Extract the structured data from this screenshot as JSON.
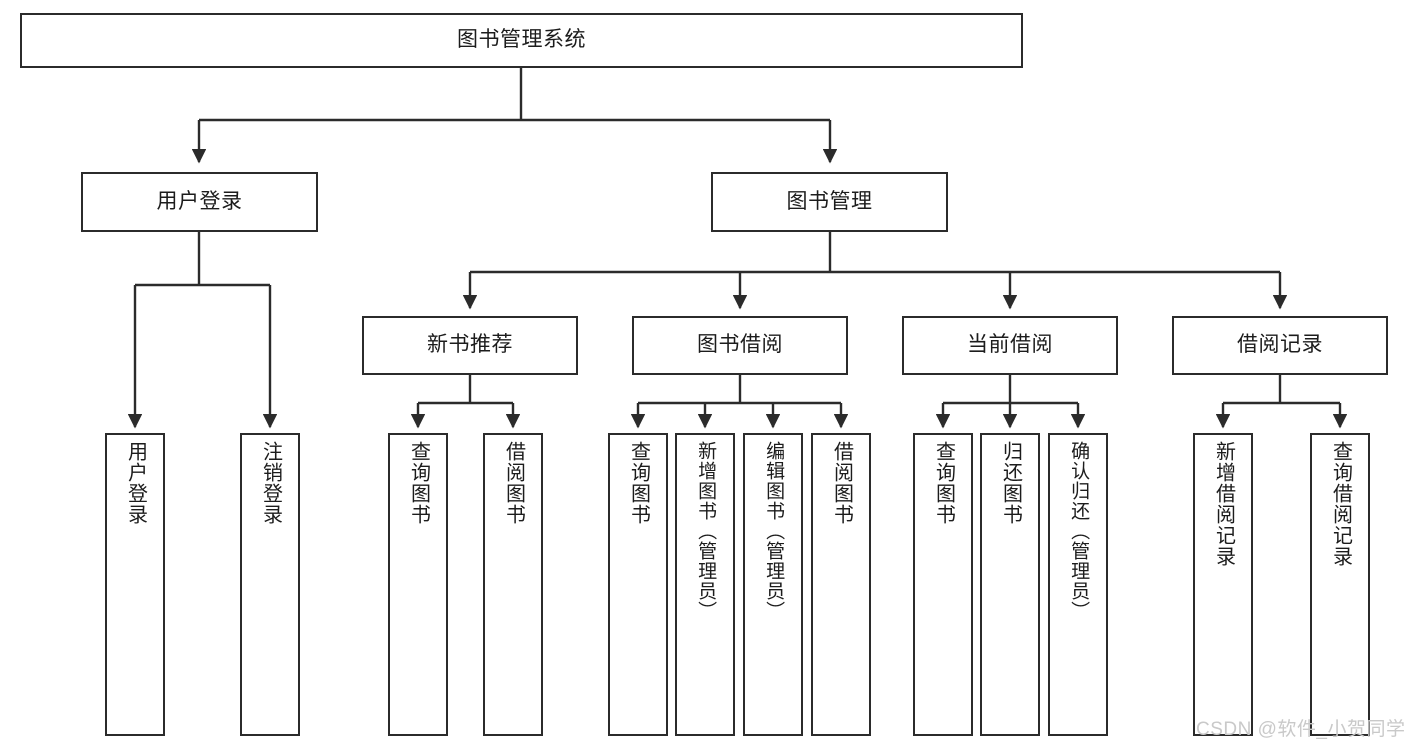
{
  "diagram": {
    "type": "tree-hierarchy-chart",
    "title": "图书管理系统",
    "watermark": "CSDN @软件_小贺同学",
    "colors": {
      "box_border": "#2b2b2b",
      "box_fill": "#ffffff",
      "connector": "#2b2b2b",
      "text": "#1c1c1c",
      "watermark": "#c9c9c9",
      "background": "#ffffff"
    },
    "nodes": {
      "root": {
        "label": "图书管理系统"
      },
      "level1": [
        {
          "id": "user-login",
          "label": "用户登录"
        },
        {
          "id": "book-management",
          "label": "图书管理"
        }
      ],
      "level2": [
        {
          "id": "new-book-recommend",
          "label": "新书推荐"
        },
        {
          "id": "book-borrow",
          "label": "图书借阅"
        },
        {
          "id": "current-borrow",
          "label": "当前借阅"
        },
        {
          "id": "borrow-record",
          "label": "借阅记录"
        }
      ],
      "leaves": {
        "user_login": [
          {
            "id": "leaf-user-login",
            "label": "用户登录"
          },
          {
            "id": "leaf-logout-login",
            "label": "注销登录"
          }
        ],
        "new_book_recommend": [
          {
            "id": "leaf-query-book-1",
            "label": "查询图书"
          },
          {
            "id": "leaf-borrow-book-1",
            "label": "借阅图书"
          }
        ],
        "book_borrow": [
          {
            "id": "leaf-query-book-2",
            "label": "查询图书"
          },
          {
            "id": "leaf-add-book-admin",
            "label": "新增图书（管理员）"
          },
          {
            "id": "leaf-edit-book-admin",
            "label": "编辑图书（管理员）"
          },
          {
            "id": "leaf-borrow-book-2",
            "label": "借阅图书"
          }
        ],
        "current_borrow": [
          {
            "id": "leaf-query-book-3",
            "label": "查询图书"
          },
          {
            "id": "leaf-return-book",
            "label": "归还图书"
          },
          {
            "id": "leaf-confirm-return-admin",
            "label": "确认归还（管理员）"
          }
        ],
        "borrow_record": [
          {
            "id": "leaf-add-borrow-record",
            "label": "新增借阅记录"
          },
          {
            "id": "leaf-query-borrow-record",
            "label": "查询借阅记录"
          }
        ]
      }
    }
  }
}
